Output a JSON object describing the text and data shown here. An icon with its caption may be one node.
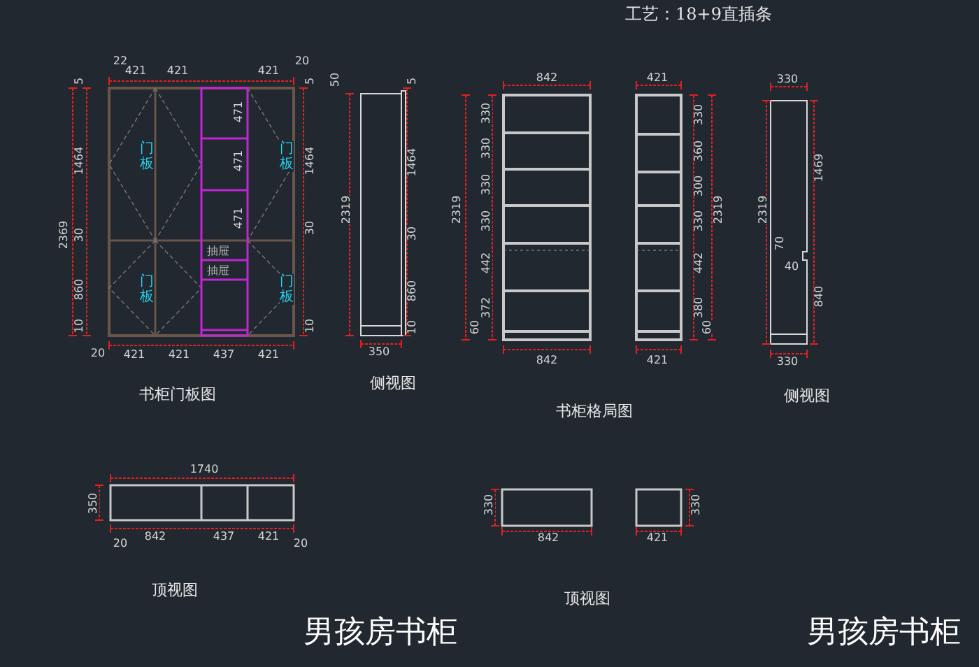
{
  "diagram": {
    "title": "工艺：18+9直插条",
    "labels": [
      "22",
      "20",
      "421",
      "421",
      "421",
      "5",
      "5",
      "1464",
      "1464",
      "2369",
      "30",
      "30",
      "860",
      "10",
      "10",
      "20",
      "421",
      "421",
      "437",
      "421",
      "门板",
      "门板",
      "门板",
      "门板",
      "471",
      "471",
      "471",
      "抽屉",
      "抽屉",
      "书柜门板图",
      "50",
      "2319",
      "5",
      "1464",
      "30",
      "860",
      "10",
      "350",
      "侧视图",
      "842",
      "421",
      "2319",
      "330",
      "330",
      "330",
      "330",
      "442",
      "372",
      "60",
      "330",
      "360",
      "300",
      "330",
      "442",
      "380",
      "60",
      "2319",
      "842",
      "421",
      "书柜格局图",
      "330",
      "2319",
      "1469",
      "70",
      "40",
      "840",
      "330",
      "侧视图",
      "1740",
      "350",
      "20",
      "842",
      "437",
      "421",
      "20",
      "顶视图",
      "330",
      "842",
      "421",
      "330",
      "顶视图",
      "男孩房书柜",
      "男孩房书柜"
    ]
  }
}
